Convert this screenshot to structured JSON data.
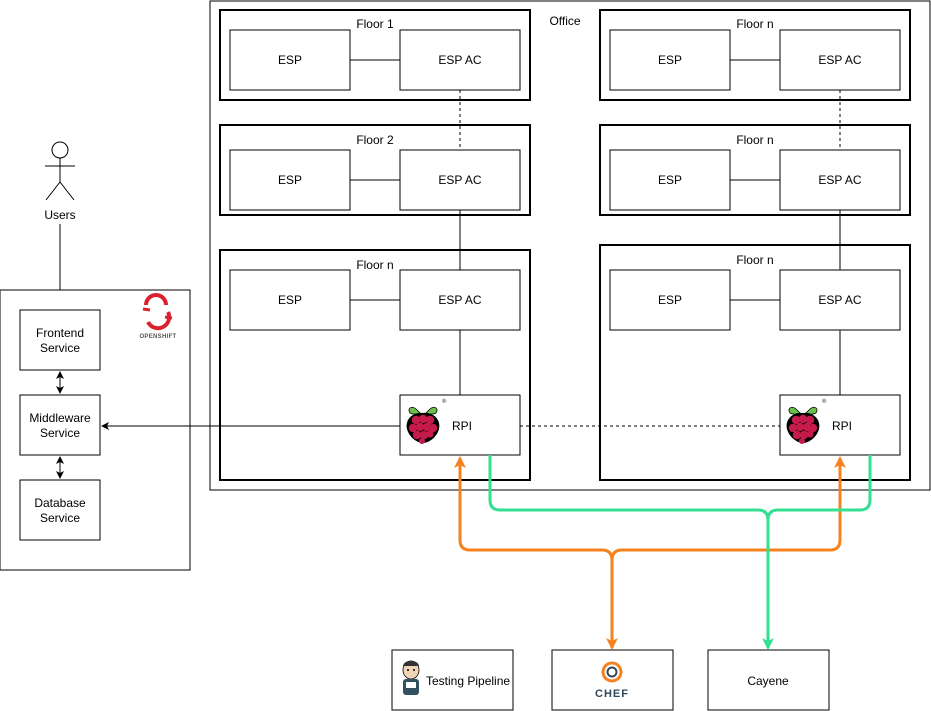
{
  "office": {
    "title": "Office",
    "left_column": [
      {
        "title": "Floor 1",
        "esp": "ESP",
        "esp_ac": "ESP AC"
      },
      {
        "title": "Floor 2",
        "esp": "ESP",
        "esp_ac": "ESP AC"
      },
      {
        "title": "Floor n",
        "esp": "ESP",
        "esp_ac": "ESP AC",
        "rpi": "RPI"
      }
    ],
    "right_column": [
      {
        "title": "Floor n",
        "esp": "ESP",
        "esp_ac": "ESP AC"
      },
      {
        "title": "Floor n",
        "esp": "ESP",
        "esp_ac": "ESP AC"
      },
      {
        "title": "Floor n",
        "esp": "ESP",
        "esp_ac": "ESP AC",
        "rpi": "RPI"
      }
    ]
  },
  "users": {
    "label": "Users"
  },
  "openshift": {
    "logo_text": "OPENSHIFT",
    "frontend": [
      "Frontend",
      "Service"
    ],
    "middleware": [
      "Middleware",
      "Service"
    ],
    "database": [
      "Database",
      "Service"
    ]
  },
  "services": {
    "testing_pipeline": "Testing Pipeline",
    "chef": "CHEF",
    "cayene": "Cayene"
  },
  "colors": {
    "chef_arrow": "#f5821f",
    "cayene_arrow": "#33e08f",
    "raspberry": "#c51a4a",
    "leaf": "#6cc04a",
    "openshift": "#db212e"
  }
}
